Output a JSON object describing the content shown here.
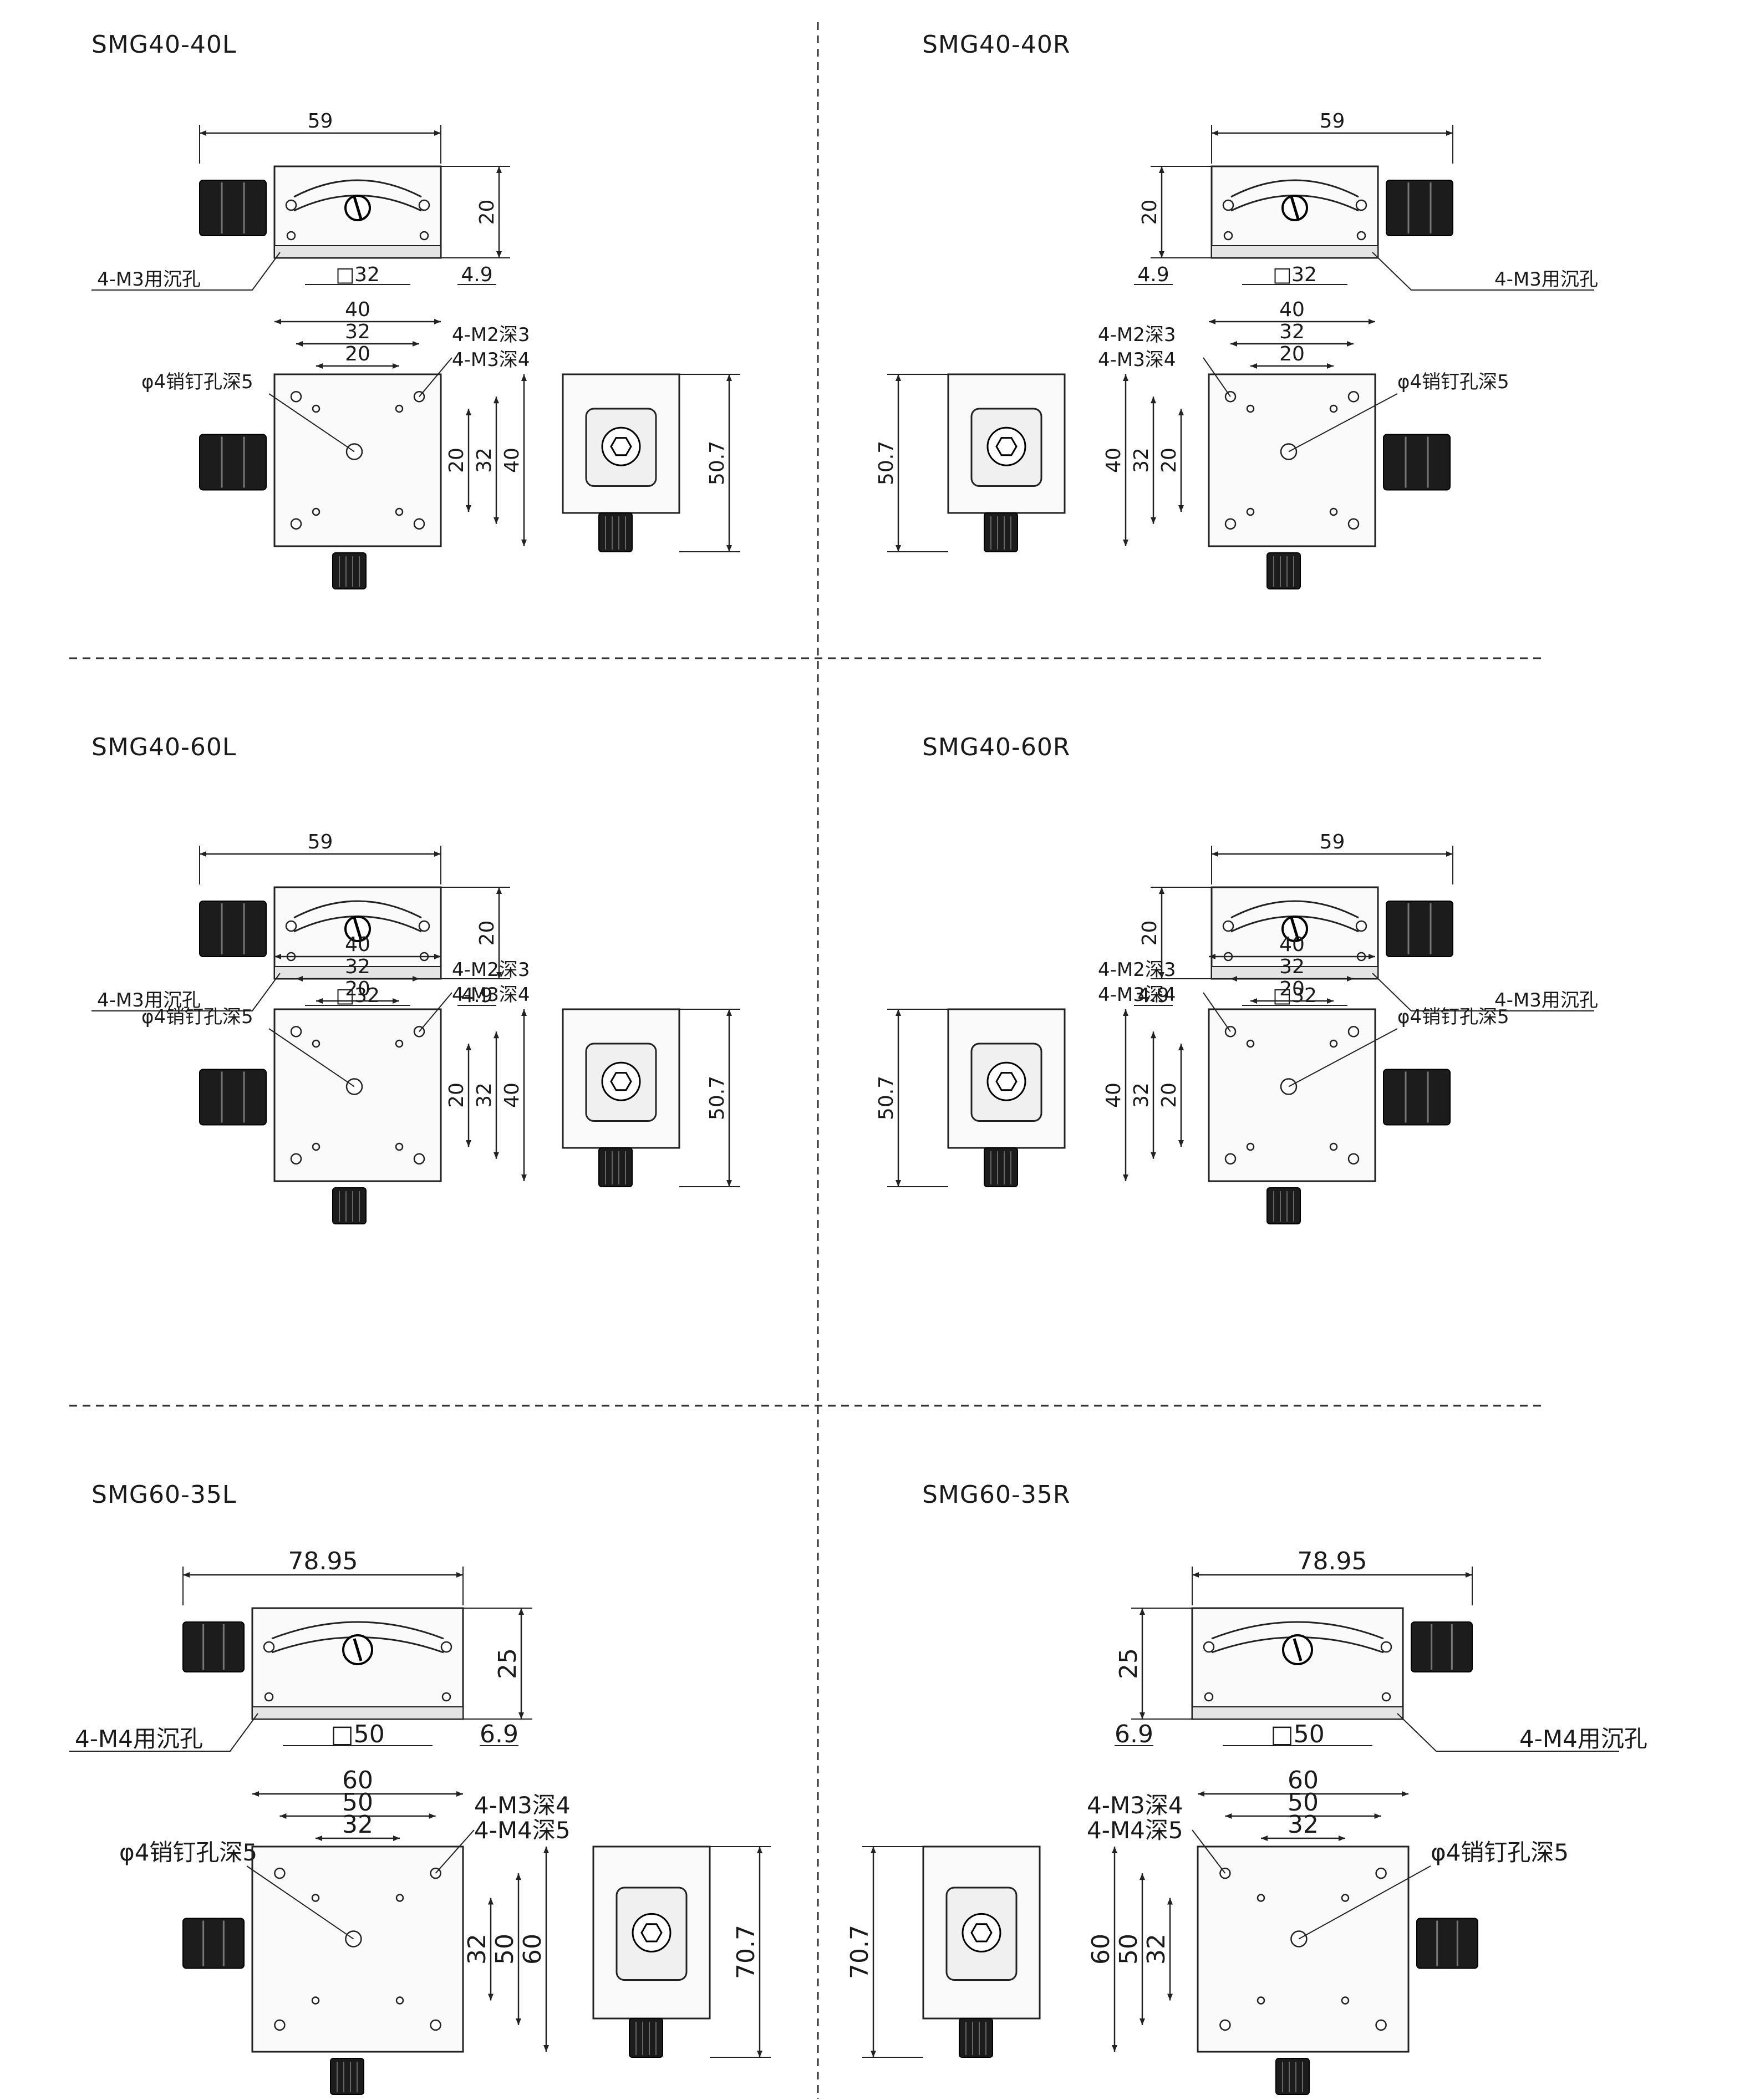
{
  "panels": [
    {
      "model": "SMG40-40L",
      "side": "L",
      "top": {
        "width": "59",
        "height": "20",
        "offset": "4.9",
        "square": "□32",
        "countersink": "4-M3用沉孔"
      },
      "plan": {
        "d_outer": "40",
        "d_mid": "32",
        "d_inner": "20",
        "tap1": "4-M2深3",
        "tap2": "4-M3深4",
        "pin": "φ4销钉孔深5"
      },
      "side_view": {
        "height": "50.7"
      }
    },
    {
      "model": "SMG40-40R",
      "side": "R",
      "top": {
        "width": "59",
        "height": "20",
        "offset": "4.9",
        "square": "□32",
        "countersink": "4-M3用沉孔"
      },
      "plan": {
        "d_outer": "40",
        "d_mid": "32",
        "d_inner": "20",
        "tap1": "4-M2深3",
        "tap2": "4-M3深4",
        "pin": "φ4销钉孔深5"
      },
      "side_view": {
        "height": "50.7"
      }
    },
    {
      "model": "SMG40-60L",
      "side": "L",
      "top": {
        "width": "59",
        "height": "20",
        "offset": "4.9",
        "square": "□32",
        "countersink": "4-M3用沉孔"
      },
      "plan": {
        "d_outer": "40",
        "d_mid": "32",
        "d_inner": "20",
        "tap1": "4-M2深3",
        "tap2": "4-M3深4",
        "pin": "φ4销钉孔深5"
      },
      "side_view": {
        "height": "50.7"
      }
    },
    {
      "model": "SMG40-60R",
      "side": "R",
      "top": {
        "width": "59",
        "height": "20",
        "offset": "4.9",
        "square": "□32",
        "countersink": "4-M3用沉孔"
      },
      "plan": {
        "d_outer": "40",
        "d_mid": "32",
        "d_inner": "20",
        "tap1": "4-M2深3",
        "tap2": "4-M3深4",
        "pin": "φ4销钉孔深5"
      },
      "side_view": {
        "height": "50.7"
      }
    },
    {
      "model": "SMG60-35L",
      "side": "L",
      "top": {
        "width": "78.95",
        "height": "25",
        "offset": "6.9",
        "square": "□50",
        "countersink": "4-M4用沉孔"
      },
      "plan": {
        "d_outer": "60",
        "d_mid": "50",
        "d_inner": "32",
        "tap1": "4-M3深4",
        "tap2": "4-M4深5",
        "pin": "φ4销钉孔深5"
      },
      "side_view": {
        "height": "70.7"
      }
    },
    {
      "model": "SMG60-35R",
      "side": "R",
      "top": {
        "width": "78.95",
        "height": "25",
        "offset": "6.9",
        "square": "□50",
        "countersink": "4-M4用沉孔"
      },
      "plan": {
        "d_outer": "60",
        "d_mid": "50",
        "d_inner": "32",
        "tap1": "4-M3深4",
        "tap2": "4-M4深5",
        "pin": "φ4销钉孔深5"
      },
      "side_view": {
        "height": "70.7"
      }
    }
  ]
}
